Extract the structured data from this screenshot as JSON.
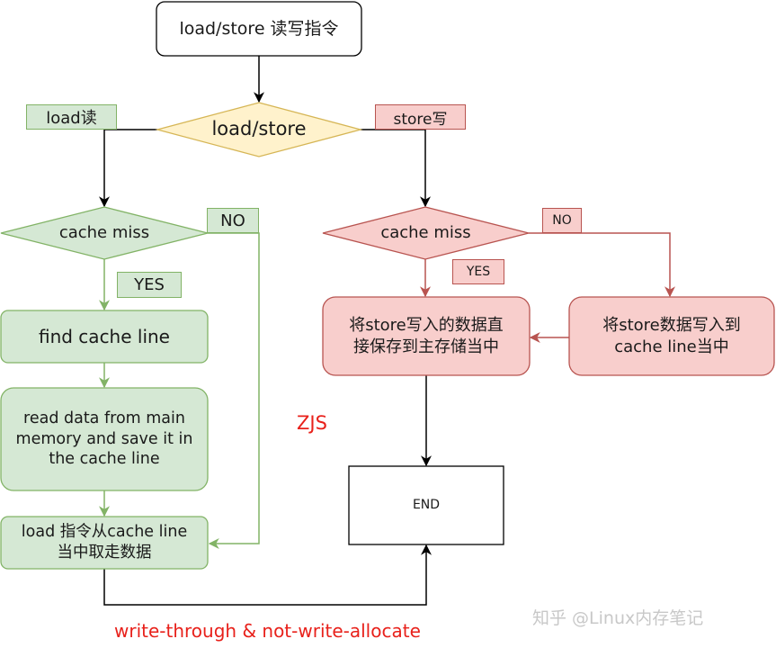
{
  "nodes": {
    "start": "load/store 读写指令",
    "decision": "load/store",
    "load_miss": "cache miss",
    "store_miss": "cache miss",
    "find_line": "find cache line",
    "read_main": "read data from main\nmemory and save it in\nthe cache line",
    "load_from_line": "load 指令从cache line\n当中取走数据",
    "store_to_main": "将store写入的数据直\n接保存到主存储当中",
    "store_to_line": "将store数据写入到\ncache line当中",
    "end": "END"
  },
  "tags": {
    "load_read": "load读",
    "store_write": "store写",
    "load_no": "NO",
    "load_yes": "YES",
    "store_no": "NO",
    "store_yes": "YES"
  },
  "annotations": {
    "author_mark": "ZJS",
    "caption": "write-through & not-write-allocate",
    "watermark": "知乎 @Linux内存笔记"
  },
  "colors": {
    "green_fill": "#d5e8d4",
    "green_stroke": "#82b366",
    "red_fill": "#f8cecc",
    "red_stroke": "#b85450",
    "yellow_fill": "#fff2cc",
    "yellow_stroke": "#d6b656",
    "accent_red": "#e8211b"
  }
}
